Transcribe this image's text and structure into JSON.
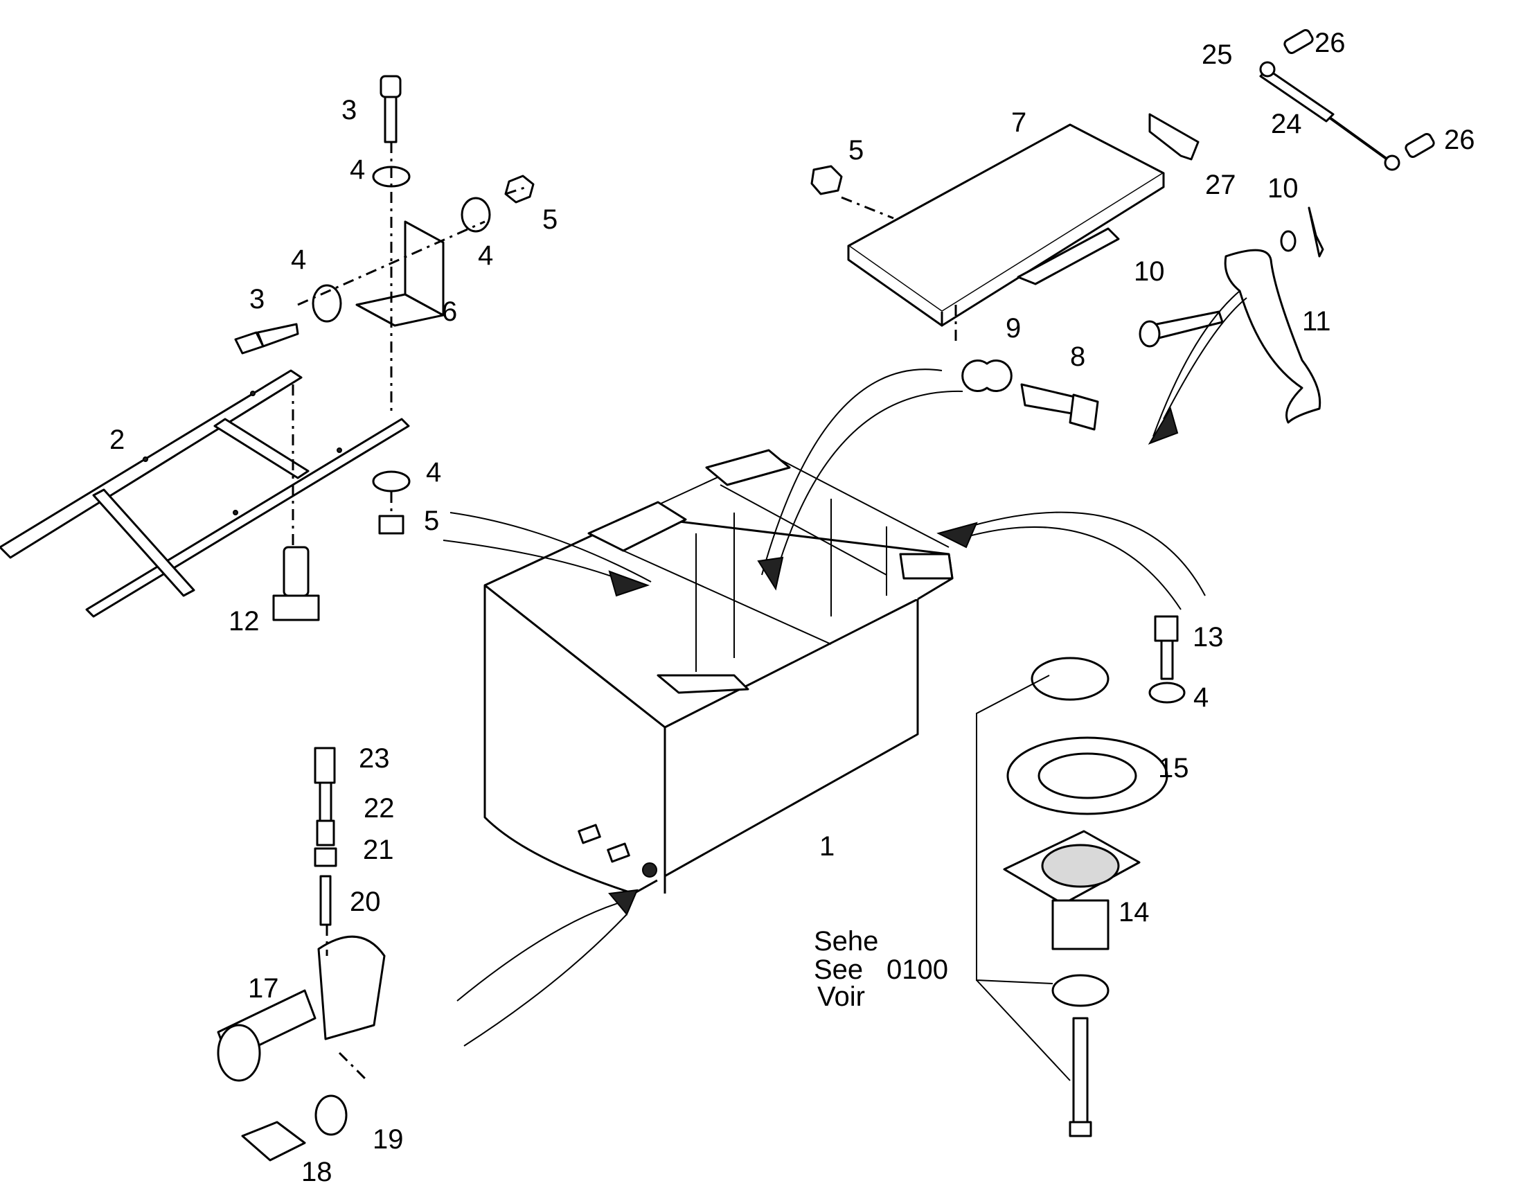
{
  "diagram": {
    "part_labels": {
      "p1": "1",
      "p2": "2",
      "p3a": "3",
      "p3b": "3",
      "p4a": "4",
      "p4b": "4",
      "p4c": "4",
      "p4d": "4",
      "p4e": "4",
      "p5a": "5",
      "p5b": "5",
      "p5c": "5",
      "p6": "6",
      "p7": "7",
      "p8": "8",
      "p9": "9",
      "p10a": "10",
      "p10b": "10",
      "p11": "11",
      "p12": "12",
      "p13": "13",
      "p14": "14",
      "p15": "15",
      "p17": "17",
      "p18": "18",
      "p19": "19",
      "p20": "20",
      "p21": "21",
      "p22": "22",
      "p23": "23",
      "p24": "24",
      "p25": "25",
      "p26a": "26",
      "p26b": "26",
      "p27": "27"
    },
    "reference_note": {
      "line1": "Sehe",
      "line2": "See",
      "line3": "Voir",
      "ref_number": "0100"
    }
  }
}
